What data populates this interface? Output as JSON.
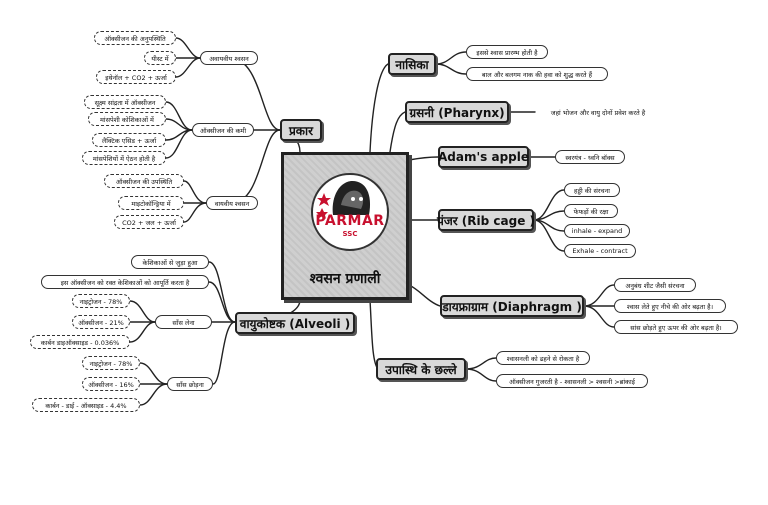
{
  "center": {
    "title": "श्वसन प्रणाली",
    "logo_text": "PARMAR",
    "logo_sub": "SSC",
    "logo_icon": "lion-head-icon"
  },
  "colors": {
    "brand_red": "#c8102e",
    "node_fill": "#d9d9d9",
    "line": "#222222"
  },
  "nodes": {
    "prakar": "प्रकार",
    "avayaviya": "अवायवीय श्वसन",
    "av_1": "ऑक्सीजन की अनुपस्थिति",
    "av_2": "यीस्ट में",
    "av_3": "इथेनॉल + CO2 + ऊर्जा",
    "oxygen_kami": "ऑक्सीजन की कमी",
    "ok_1": "सूक्ष्म सांद्रता में ऑक्सीजन",
    "ok_2": "मांसपेशी कोशिकाओं में",
    "ok_3": "लैक्टिक एसिड + ऊर्जा",
    "ok_4": "मांसपेशियों में ऐठन होती है",
    "vayaviya": "वायवीय श्वसन",
    "vy_1": "ऑक्सीजन की उपस्थिति",
    "vy_2": "माइटोकॉन्ड्रिया में",
    "vy_3": "CO2 + जल + ऊर्जा",
    "vayukosthak": "वायुकोष्टक (Alveoli )",
    "vk_1": "केशिकाओं से जुड़ा हुआ",
    "vk_2": "इस ऑक्सीजन को रक्त केशिकाओं को आपूर्ति करता है",
    "saans_lena": "साँस लेना",
    "sl_1": "नाइट्रोजन - 78%",
    "sl_2": "ऑक्सीजन - 21%",
    "sl_3": "कार्बन डाइऑक्साइड - 0.036%",
    "saans_chhodna": "साँस छोड़ना",
    "sc_1": "नाइट्रोजन - 78%",
    "sc_2": "ऑक्सीजन - 16%",
    "sc_3": "कार्बन - डाई - ऑक्साइड - 4.4%",
    "nasika": "नासिका",
    "na_1": "इससे श्वास प्रारम्भ होती है",
    "na_2": "बाल और बलगम नाक की हवा को शुद्ध करते हैं",
    "grasni": "ग्रसनी (Pharynx)",
    "gr_1": "जहां भोजन और वायु दोनों प्रवेश करते है",
    "adams_apple": "Adam's apple",
    "aa_1": "स्वरयंत्र - ध्वनि बॉक्स",
    "panjar": "पंजर (Rib cage )",
    "pj_1": "हड्डी की संरचना",
    "pj_2": "फेफड़ों की रक्षा",
    "pj_3": "inhale - expand",
    "pj_4": "Exhale - contract",
    "diaphragm": "डायफ्राग्राम (Diaphragm )",
    "dp_1": "अनुबंध शीट जैसी संरचना",
    "dp_2": "श्वास लेते हुए नीचे की ओर बढ़ता है।",
    "dp_3": "सांस छोड़ते हुए ऊपर की ओर बढ़ता है।",
    "upasthi": "उपास्थि के छल्ले",
    "up_1": "श्वासनली को ढहने से रोकता है",
    "up_2": "ऑक्सीजन गुजरती है - श्वासनली > श्वसनी >ब्रांकाई"
  }
}
